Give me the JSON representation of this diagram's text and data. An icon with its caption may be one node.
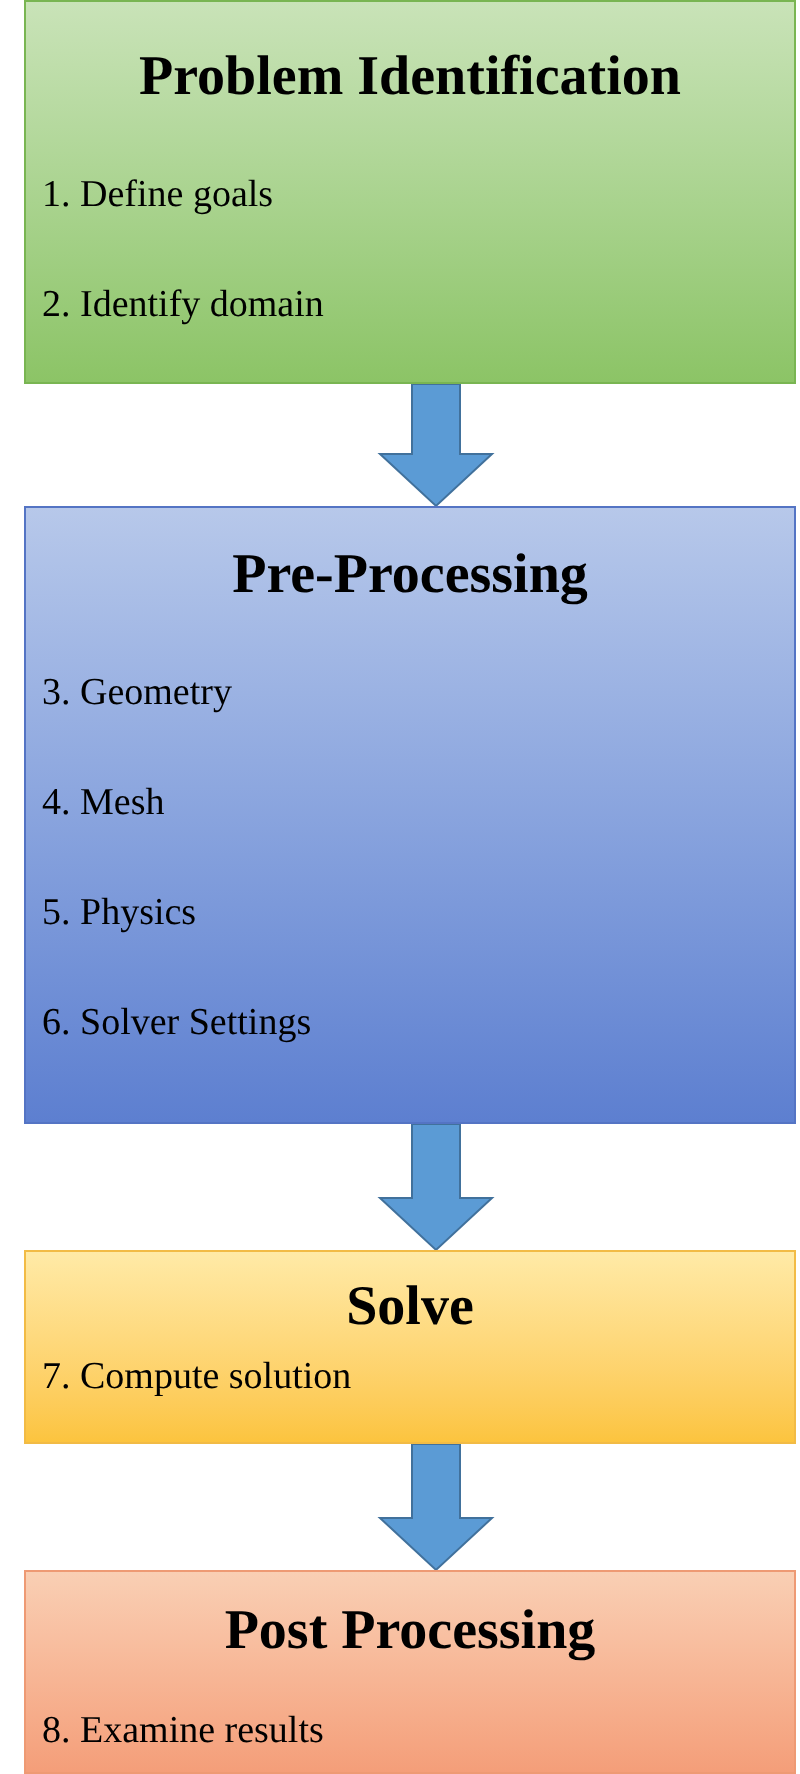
{
  "diagram": {
    "nodes": [
      {
        "text": [
          "Problem Identification",
          "1. Define goals",
          "2. Identify domain"
        ]
      },
      {
        "text": [
          "Pre-Processing",
          "3. Geometry",
          "4. Mesh",
          "5. Physics",
          "6. Solver Settings"
        ]
      },
      {
        "text": [
          "Solve",
          "7. Compute solution"
        ]
      },
      {
        "text": [
          "Post Processing",
          "8. Examine results"
        ]
      }
    ],
    "edges": [
      {
        "from": 0,
        "to": 1,
        "arrow": "to"
      },
      {
        "from": 1,
        "to": 2,
        "arrow": "to"
      },
      {
        "from": 2,
        "to": 3,
        "arrow": "to"
      }
    ]
  }
}
